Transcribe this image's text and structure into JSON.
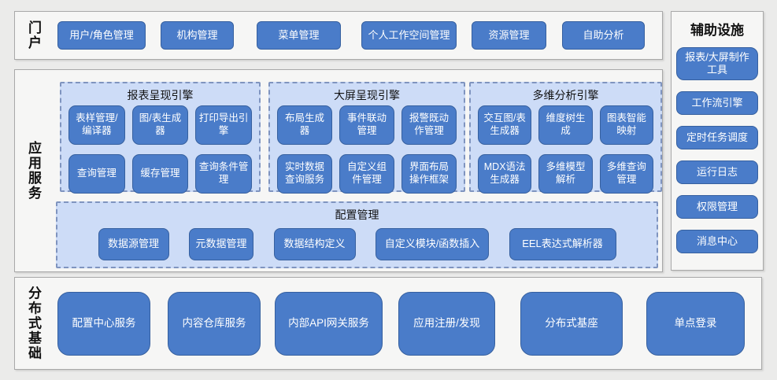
{
  "portal": {
    "label": "门户",
    "items": [
      "用户/角色管理",
      "机构管理",
      "菜单管理",
      "个人工作空间管理",
      "资源管理",
      "自助分析"
    ]
  },
  "app_services": {
    "label": "应用服务",
    "engines": [
      {
        "title": "报表呈现引擎",
        "items": [
          "表样管理/编译器",
          "图/表生成器",
          "打印导出引擎",
          "查询管理",
          "缓存管理",
          "查询条件管理"
        ]
      },
      {
        "title": "大屏呈现引擎",
        "items": [
          "布局生成器",
          "事件联动管理",
          "报警既动作管理",
          "实时数据查询服务",
          "自定义组件管理",
          "界面布局操作框架"
        ]
      },
      {
        "title": "多维分析引擎",
        "items": [
          "交互图/表生成器",
          "维度树生成",
          "图表智能映射",
          "MDX语法生成器",
          "多维模型解析",
          "多维查询管理"
        ]
      }
    ],
    "config": {
      "title": "配置管理",
      "items": [
        "数据源管理",
        "元数据管理",
        "数据结构定义",
        "自定义模块/函数插入",
        "EEL表达式解析器"
      ]
    }
  },
  "distributed": {
    "label": "分布式基础",
    "items": [
      "配置中心服务",
      "内容仓库服务",
      "内部API网关服务",
      "应用注册/发现",
      "分布式基座",
      "单点登录"
    ]
  },
  "auxiliary": {
    "title": "辅助设施",
    "items": [
      "报表/大屏制作工具",
      "工作流引擎",
      "定时任务调度",
      "运行日志",
      "权限管理",
      "消息中心"
    ]
  },
  "colors": {
    "button_blue": "#4a7cc9",
    "button_border": "#36609f",
    "button_text": "#ffffff",
    "engine_fill": "#cddcf7",
    "dashed_border": "#7f94bf",
    "panel_fill": "#f6f6f5",
    "panel_border": "#a8a8a8",
    "page_background": "#ebebea",
    "label_text": "#111111"
  }
}
